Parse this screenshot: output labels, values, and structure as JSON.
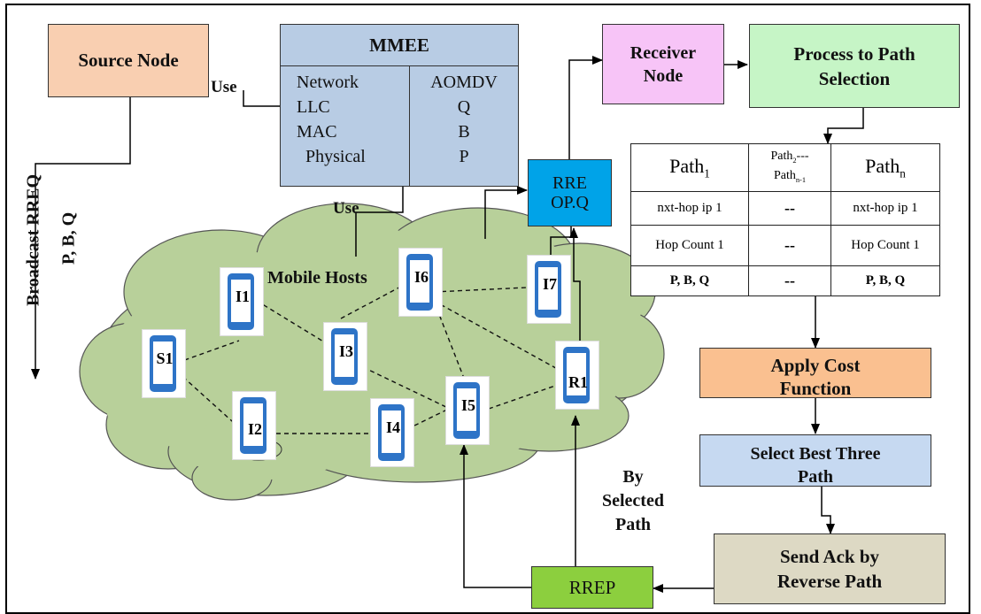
{
  "source_node": "Source Node",
  "mmee": {
    "title": "MMEE",
    "layers": [
      "Network",
      "LLC",
      "MAC",
      "Physical"
    ],
    "protocols": [
      "AOMDV",
      "Q",
      "B",
      "P"
    ]
  },
  "use_label_1": "Use",
  "use_label_2": "Use",
  "broadcast_label": "Broadcast RREQ",
  "broadcast_params": "P, B, Q",
  "mobile_hosts": "Mobile Hosts",
  "nodes": {
    "s1": "S1",
    "i1": "I1",
    "i2": "I2",
    "i3": "I3",
    "i4": "I4",
    "i5": "I5",
    "i6": "I6",
    "i7": "I7",
    "r1": "R1"
  },
  "rreq_box": {
    "line1": "RRE",
    "line2": "OP.Q"
  },
  "receiver_node": {
    "line1": "Receiver",
    "line2": "Node"
  },
  "process_path": {
    "line1": "Process to Path",
    "line2": "Selection"
  },
  "path_table": {
    "col1": {
      "base": "Path",
      "sub": "1"
    },
    "col2": {
      "base1": "Path",
      "sub1": "2",
      "mid": "---",
      "base2": "Path",
      "sub2": "n-1"
    },
    "col3": {
      "base": "Path",
      "sub": "n"
    },
    "rows": [
      [
        "nxt-hop ip 1",
        "--",
        "nxt-hop ip 1"
      ],
      [
        "Hop Count 1",
        "--",
        "Hop Count 1"
      ],
      [
        "P, B, Q",
        "--",
        "P, B, Q"
      ]
    ]
  },
  "apply_cost": {
    "line1": "Apply Cost",
    "line2": "Function"
  },
  "select_best": {
    "line1": "Select Best Three",
    "line2": "Path"
  },
  "send_ack": {
    "line1": "Send Ack by",
    "line2": "Reverse Path"
  },
  "rrep": "RREP",
  "by_selected_path": [
    "By",
    "Selected",
    "Path"
  ],
  "colors": {
    "source": "#f9cfb1",
    "mmee": "#b8cce4",
    "receiver": "#f7c4f7",
    "process": "#c6f5c6",
    "rreq": "#00a3e8",
    "cloud": "#b8d09a",
    "apply": "#fac090",
    "select": "#c6d9f1",
    "send": "#ddd9c4",
    "rrep": "#8ccf3e",
    "phone": "#2e74c7"
  }
}
